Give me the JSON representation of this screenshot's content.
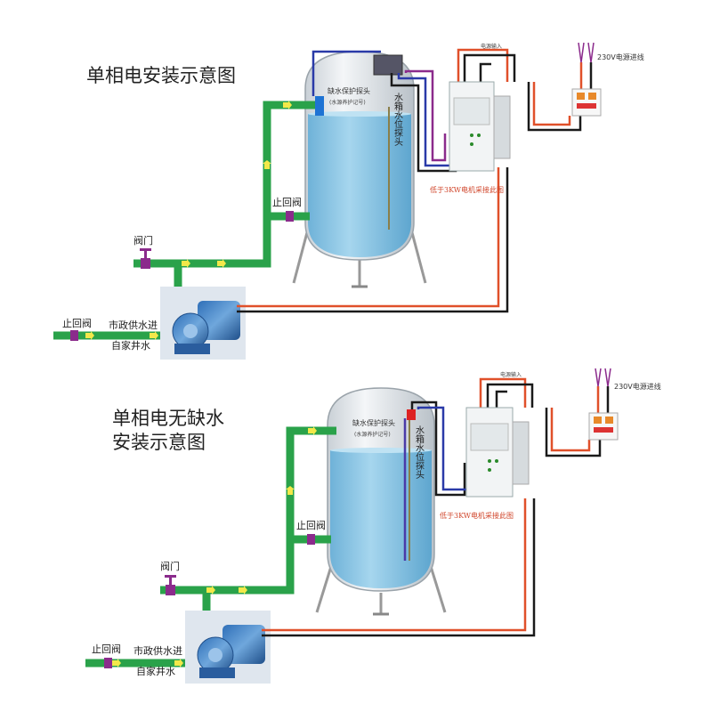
{
  "colors": {
    "pipe": "#2aa24a",
    "water": "#7fbfe0",
    "wire_red": "#e0502a",
    "wire_black": "#1a1a1a",
    "wire_blue": "#2a3aa8",
    "tank": "#e8ecef"
  },
  "diagram1": {
    "title": "单相电安装示意图",
    "check_valve_upper": "止回阀",
    "valve": "阀门",
    "check_valve_lower": "止回阀",
    "supply_line1": "市政供水进",
    "supply_line2": "自家井水",
    "probe_label": "缺水保护探头",
    "probe_sub": "(水源养护记号)",
    "level_probe": "水箱水位探头",
    "power_in": "230V电源进线",
    "top_wire_label": "电源输入",
    "note": "低于3KW电机采接此图"
  },
  "diagram2": {
    "title_line1": "单相电无缺水",
    "title_line2": "安装示意图",
    "check_valve_upper": "止回阀",
    "valve": "阀门",
    "check_valve_lower": "止回阀",
    "supply_line1": "市政供水进",
    "supply_line2": "自家井水",
    "probe_label": "缺水保护探头",
    "probe_sub": "(水源养护记号)",
    "level_probe": "水箱水位探头",
    "power_in": "230V电源进线",
    "top_wire_label": "电源输入",
    "note": "低于3KW电机采接此图"
  }
}
